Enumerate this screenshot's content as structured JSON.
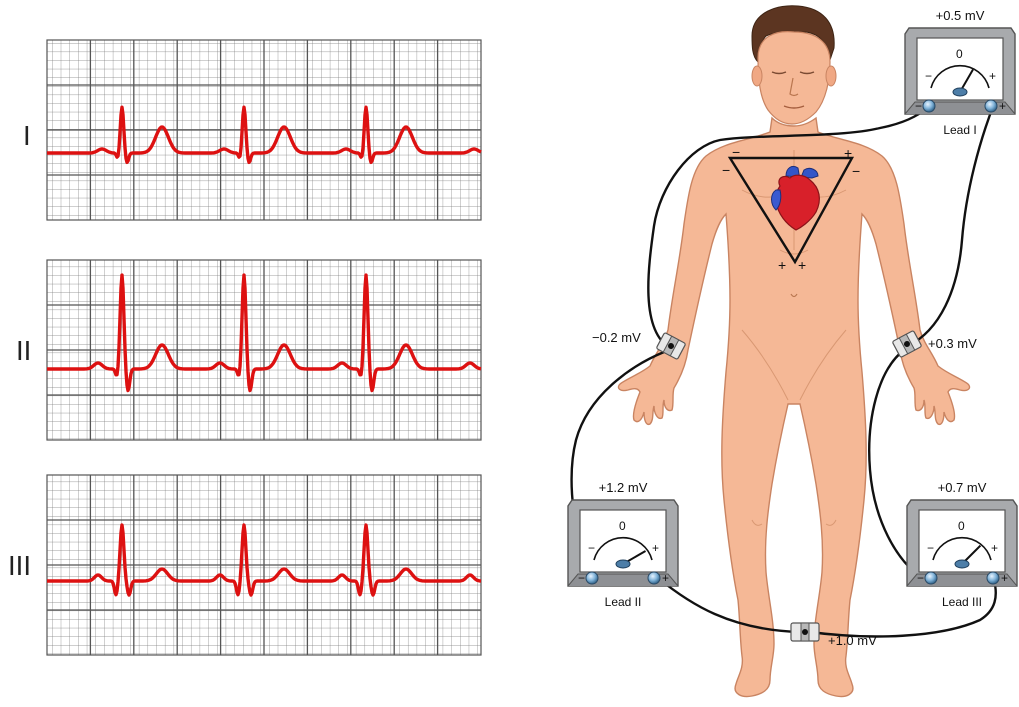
{
  "strips": [
    {
      "label": "I"
    },
    {
      "label": "II"
    },
    {
      "label": "III"
    }
  ],
  "meters": {
    "lead1": {
      "name": "Lead I",
      "reading": "+0.5 mV"
    },
    "lead2": {
      "name": "Lead II",
      "reading": "+1.2 mV"
    },
    "lead3": {
      "name": "Lead III",
      "reading": "+0.7 mV"
    },
    "dial_zero": "0",
    "dial_minus": "−",
    "dial_plus": "+"
  },
  "electrodes": {
    "right_arm": "−0.2 mV",
    "left_arm": "+0.3 mV",
    "left_leg": "+1.0 mV"
  },
  "triangle": {
    "minus": "−",
    "plus": "+"
  },
  "colors": {
    "trace": "#dd1111",
    "grid": "#6f6f6f",
    "skin": "#f5b896",
    "skin_outline": "#c98462",
    "meter_body": "#a8aaad",
    "wire": "#111111"
  }
}
